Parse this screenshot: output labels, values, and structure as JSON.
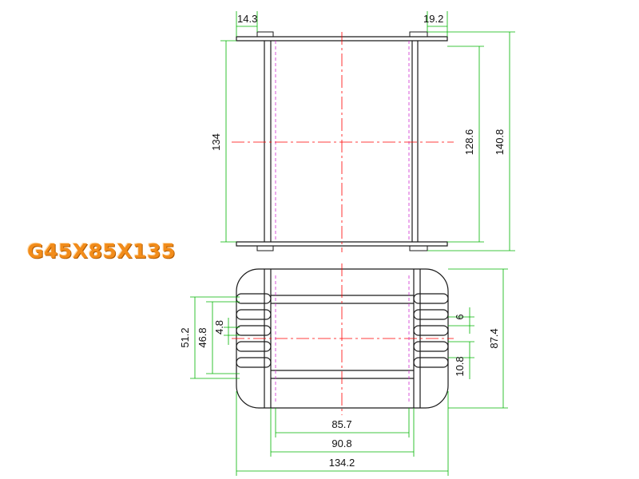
{
  "title": "G45X85X135",
  "colors": {
    "outline": "#1a1a1a",
    "dimension": "#00b400",
    "centerline": "#ff0000",
    "hidden": "#d02bd0",
    "title": "#f28c1a"
  },
  "dimensions": {
    "flange_left": "14.3",
    "flange_right": "19.2",
    "inner_height": "134",
    "height_mid": "128.6",
    "height_total": "140.8",
    "slot_outer": "51.2",
    "slot_inner": "46.8",
    "gap_small": "4.8",
    "fin_width": "6",
    "fin_pitch": "10.8",
    "base_height": "87.4",
    "width_inner": "85.7",
    "width_mid": "90.8",
    "width_total": "134.2"
  }
}
